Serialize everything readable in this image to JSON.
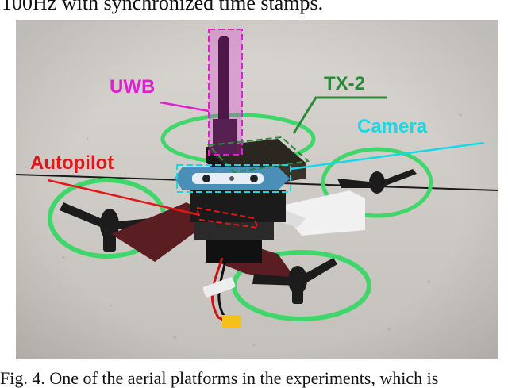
{
  "caption_top": "100Hz with synchronized time stamps.",
  "caption_bottom": "Fig. 4. One of the aerial platforms in the experiments, which is",
  "figure": {
    "labels": {
      "uwb": "UWB",
      "tx2": "TX-2",
      "camera": "Camera",
      "autopilot": "Autopilot"
    },
    "colors": {
      "uwb": "#e020d0",
      "tx2": "#2a8a3a",
      "camera": "#18d8e8",
      "autopilot": "#e01818",
      "prop_guard": "#3fd66a"
    }
  }
}
